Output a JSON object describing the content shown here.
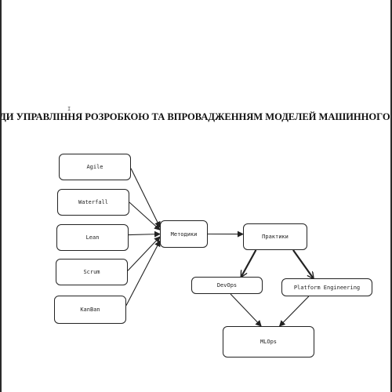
{
  "document": {
    "title": "ОДИ УПРАВЛІННЯ РОЗРОБКОЮ ТА ВПРОВАДЖЕННЯМ МОДЕЛЕЙ МАШИННОГО НАВЧАННЯ",
    "cursor_glyph": "I"
  },
  "diagram": {
    "nodes": {
      "agile": "Agile",
      "waterfall": "Waterfall",
      "lean": "Lean",
      "scrum": "Scrum",
      "kanban": "KanBan",
      "methods": "Методики",
      "practices": "Практики",
      "devops": "DevOps",
      "platform": "Platform Engineering",
      "mlops": "MLOps"
    },
    "edges": [
      [
        "agile",
        "methods"
      ],
      [
        "waterfall",
        "methods"
      ],
      [
        "lean",
        "methods"
      ],
      [
        "scrum",
        "methods"
      ],
      [
        "kanban",
        "methods"
      ],
      [
        "methods",
        "practices"
      ],
      [
        "practices",
        "devops"
      ],
      [
        "practices",
        "platform"
      ],
      [
        "devops",
        "mlops"
      ],
      [
        "platform",
        "mlops"
      ]
    ]
  }
}
